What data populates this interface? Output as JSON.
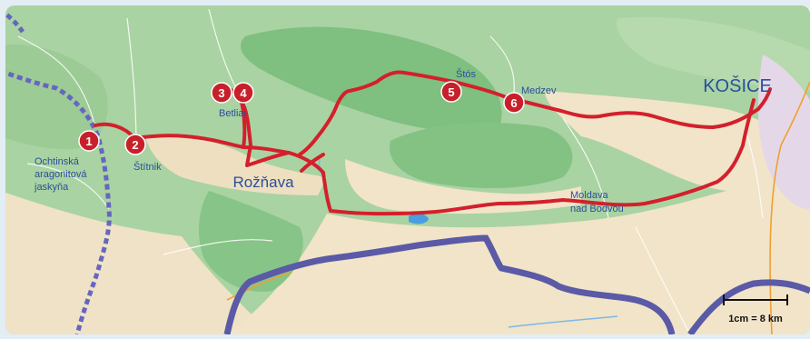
{
  "map": {
    "cities": {
      "kosice": "KOŠICE",
      "roznava": "Rožňava"
    },
    "places": {
      "stitnik": "Štítnik",
      "betliar": "Betliar",
      "stos": "Štós",
      "medzev": "Medzev",
      "moldava_1": "Moldava",
      "moldava_2": "nad Bodvou",
      "ochtinska_1": "Ochtinská",
      "ochtinska_2": "aragonitová",
      "ochtinska_3": "jaskyňa"
    },
    "markers": [
      "1",
      "2",
      "3",
      "4",
      "5",
      "6"
    ],
    "scale_label": "1cm = 8 km",
    "colors": {
      "route": "#d3202c",
      "marker": "#c8202b",
      "forest": "#8cc58c",
      "open_land": "#f1e4c8",
      "border": "#5a5aa6",
      "label": "#2b4f9a"
    }
  }
}
